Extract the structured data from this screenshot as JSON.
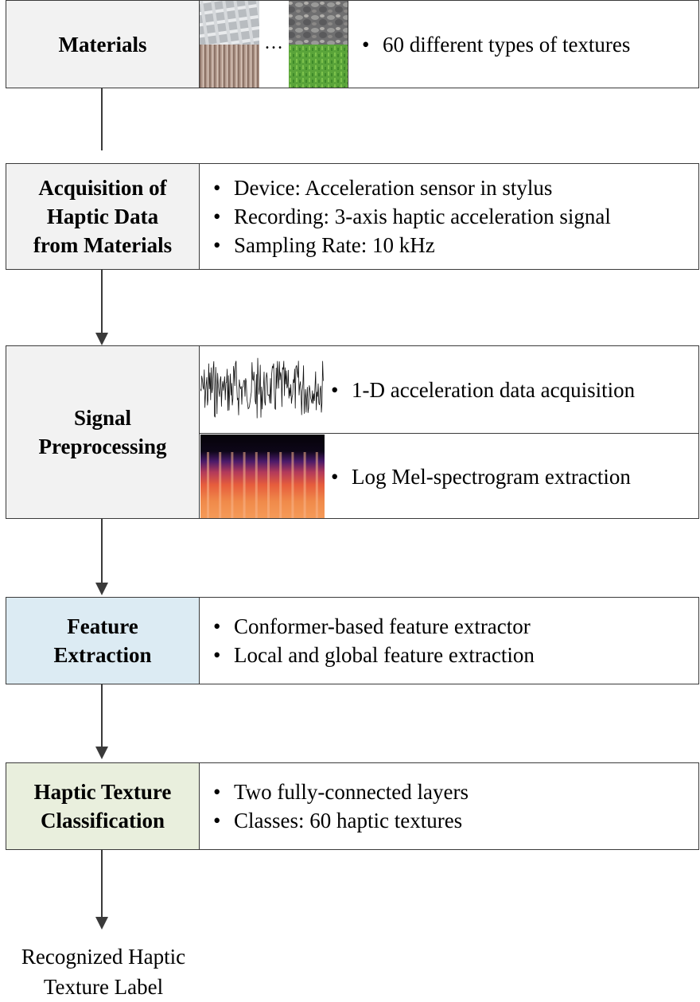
{
  "materials": {
    "label": "Materials",
    "ellipsis": "…",
    "bullets": [
      "60 different types of textures"
    ]
  },
  "acquisition": {
    "label_lines": [
      "Acquisition of",
      "Haptic Data",
      "from Materials"
    ],
    "bullets": [
      "Device: Acceleration sensor in stylus",
      "Recording: 3-axis haptic acceleration signal",
      "Sampling Rate: 10 kHz"
    ]
  },
  "preprocessing": {
    "label_lines": [
      "Signal",
      "Preprocessing"
    ],
    "bullets": [
      "1-D acceleration data acquisition",
      "Log Mel-spectrogram extraction"
    ]
  },
  "feature": {
    "label_lines": [
      "Feature",
      "Extraction"
    ],
    "bullets": [
      "Conformer-based feature extractor",
      "Local and global feature extraction"
    ]
  },
  "classification": {
    "label_lines": [
      "Haptic Texture",
      "Classification"
    ],
    "bullets": [
      "Two fully-connected layers",
      "Classes: 60 haptic textures"
    ]
  },
  "output": {
    "lines": [
      "Recognized Haptic",
      "Texture Label"
    ]
  },
  "colors": {
    "label_gray": "#f2f2f2",
    "feature_blue": "#dcebf3",
    "classification_green": "#e9efdd",
    "border": "#3a3a3a"
  }
}
